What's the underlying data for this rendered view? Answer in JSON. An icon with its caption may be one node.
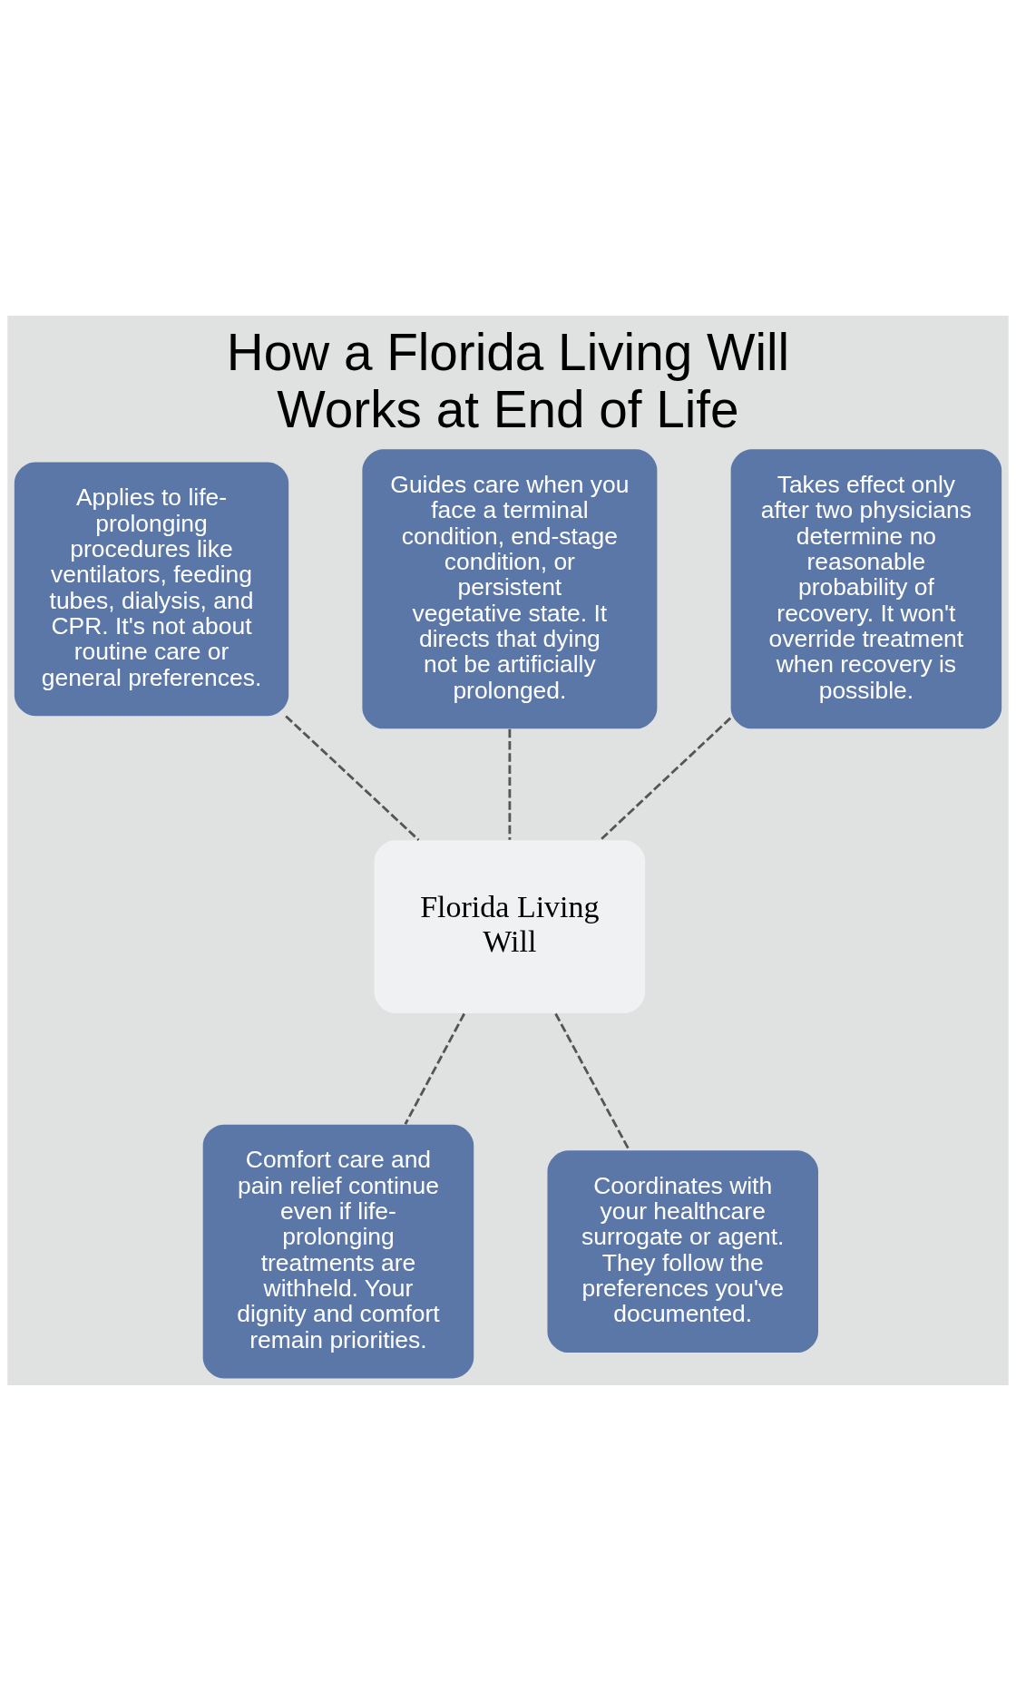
{
  "diagram": {
    "title": "How a Florida Living Will Works at End of Life",
    "nodes": [
      {
        "text": [
          "Applies to life-prolonging procedures like ventilators, feeding tubes, dialysis, and CPR. It's not about routine care or general preferences."
        ]
      },
      {
        "text": [
          "Guides care when you face a terminal condition, end-stage condition, or persistent vegetative state. It directs that dying not be artificially prolonged."
        ]
      },
      {
        "text": [
          "Takes effect only after two physicians determine no reasonable probability of recovery. It won't override treatment when recovery is possible."
        ]
      },
      {
        "text": [
          "Florida Living Will"
        ]
      },
      {
        "text": [
          "Comfort care and pain relief continue even if life-prolonging treatments are withheld. Your dignity and comfort remain priorities."
        ]
      },
      {
        "text": [
          "Coordinates with your healthcare surrogate or agent. They follow the preferences you've documented."
        ]
      }
    ],
    "edges": [
      {
        "from": 3,
        "to": 0,
        "arrow": "none",
        "style": "dashed"
      },
      {
        "from": 3,
        "to": 1,
        "arrow": "none",
        "style": "dashed"
      },
      {
        "from": 3,
        "to": 2,
        "arrow": "none",
        "style": "dashed"
      },
      {
        "from": 3,
        "to": 4,
        "arrow": "none",
        "style": "dashed"
      },
      {
        "from": 3,
        "to": 5,
        "arrow": "none",
        "style": "dashed"
      }
    ]
  }
}
